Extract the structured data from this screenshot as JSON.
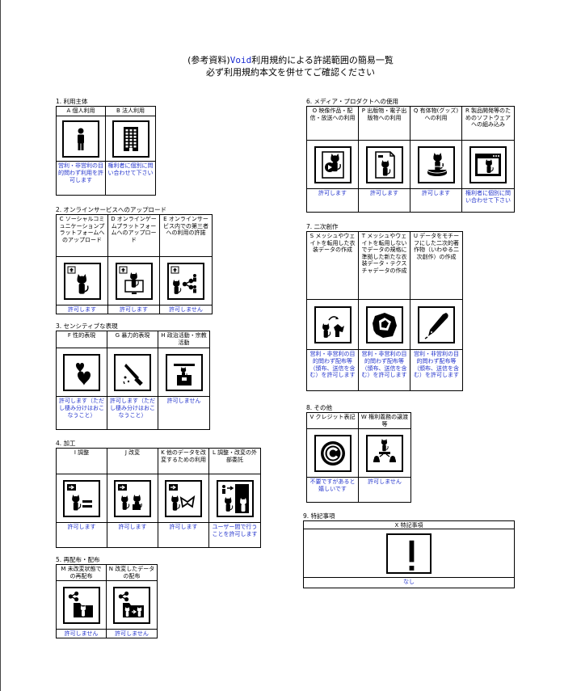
{
  "header": {
    "line1_prefix": "(参考資料)",
    "line1_mono": "Void",
    "line1_suffix": "利用規約による許諾範囲の簡易一覧",
    "line2": "必ず利用規約本文を併せてご確認ください"
  },
  "sections": [
    {
      "id": "s1",
      "label": "1. 利用主体",
      "cells": [
        {
          "title": "A 個人利用",
          "icon": "person-icon",
          "status": "営利・非営利の目的問わず利用を許可します"
        },
        {
          "title": "B 法人利用",
          "icon": "building-icon",
          "status": "権利者に個別に問い合わせて下さい"
        }
      ]
    },
    {
      "id": "s2",
      "label": "2. オンラインサービスへのアップロード",
      "cells": [
        {
          "title": "C ソーシャルコミュニケーションプラットフォームへのアップロード",
          "icon": "upload-cat-icon",
          "status": "許可します"
        },
        {
          "title": "D オンラインゲームプラットフォームへのアップロード",
          "icon": "upload-monitor-icon",
          "status": "許可します"
        },
        {
          "title": "E オンラインサービス内での第三者への利用の許諾",
          "icon": "upload-share-icon",
          "status": "許可しません"
        }
      ]
    },
    {
      "id": "s3",
      "label": "3. センシティブな表現",
      "cells": [
        {
          "title": "F 性的表現",
          "icon": "hearts-icon",
          "status": "許可します（ただし棲み分けはおこなうこと）"
        },
        {
          "title": "G 暴力的表現",
          "icon": "knife-icon",
          "status": "許可します（ただし棲み分けはおこなうこと）"
        },
        {
          "title": "H 政治活動・宗教活動",
          "icon": "podium-icon",
          "status": "許可しません"
        }
      ]
    },
    {
      "id": "s4",
      "label": "4. 加工",
      "cells": [
        {
          "title": "I 調整",
          "icon": "adjust-icon",
          "status": "許可します"
        },
        {
          "title": "J 改変",
          "icon": "modify-icon",
          "status": "許可します"
        },
        {
          "title": "K 他のデータを改変するための利用",
          "icon": "other-data-icon",
          "status": "許可します"
        },
        {
          "title": "L 調整・改変の外部委託",
          "icon": "outsource-icon",
          "status": "ユーザー間で行うことを許可します"
        }
      ]
    },
    {
      "id": "s5",
      "label": "5. 再配布・配布",
      "cells": [
        {
          "title": "M 未改変状態での再配布",
          "icon": "share-folder-icon",
          "status": "許可しません"
        },
        {
          "title": "N 改変したデータの配布",
          "icon": "share-modified-icon",
          "status": "許可しません"
        }
      ]
    },
    {
      "id": "s6",
      "label": "6. メディア・プロダクトへの使用",
      "cells": [
        {
          "title": "O 映像作品・配信・放送への利用",
          "icon": "video-icon",
          "status": "許可します"
        },
        {
          "title": "P 出版物・電子出版物への利用",
          "icon": "document-icon",
          "status": "許可します"
        },
        {
          "title": "Q 有体物(グッズ)への利用",
          "icon": "goods-icon",
          "status": "許可します"
        },
        {
          "title": "R 製品開発等のためのソフトウェアへの組み込み",
          "icon": "software-icon",
          "status": "権利者に個別に問い合わせて下さい"
        }
      ]
    },
    {
      "id": "s7",
      "label": "7. 二次創作",
      "cells": [
        {
          "title": "S メッシュやウェイトを転用した衣装データの作成",
          "icon": "costume-icon",
          "status": "営利・非営利の目的問わず配布等（頒布、送信を含む）を許可します"
        },
        {
          "title": "T メッシュやウェイトを転用しないでデータの規格に準拠した新たな衣装データ・テクスチャデータの作成",
          "icon": "cloth-icon",
          "status": "営利・非営利の目的問わず配布等（頒布、送信を含む）を許可します"
        },
        {
          "title": "U データをモチーフにした二次的著作物（いわゆる二次創作）の作成",
          "icon": "pen-icon",
          "status": "営利・非営利の目的問わず配布等（頒布、送信を含む）を許可します"
        }
      ]
    },
    {
      "id": "s8",
      "label": "8. その他",
      "cells": [
        {
          "title": "V クレジット表記",
          "icon": "copyright-icon",
          "status": "不要ですがあると嬉しいです"
        },
        {
          "title": "W 権利義務の譲渡等",
          "icon": "transfer-icon",
          "status": "許可しません"
        }
      ]
    },
    {
      "id": "s9",
      "label": "9. 特記事項",
      "cells": [
        {
          "title": "X 特記事項",
          "icon": "exclamation-icon",
          "status": "なし"
        }
      ]
    }
  ]
}
